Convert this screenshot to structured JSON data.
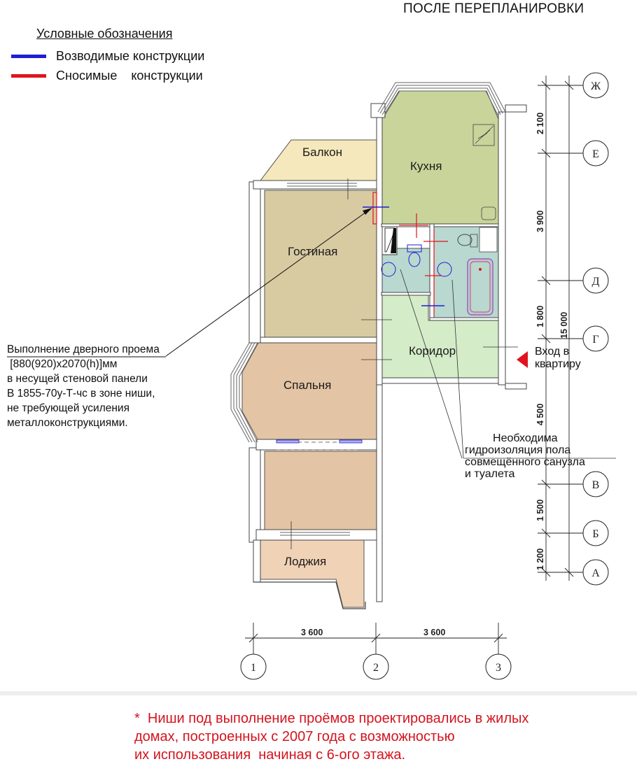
{
  "header": {
    "title": "ПОСЛЕ ПЕРЕПЛАНИРОВКИ"
  },
  "legend": {
    "title": "Условные обозначения",
    "items": [
      {
        "label": "Возводимые конструкции",
        "color": "#1e1ed2"
      },
      {
        "label": "Сносимые    конструкции",
        "color": "#e0141e"
      }
    ]
  },
  "rooms": {
    "balcony": {
      "label": "Балкон",
      "color": "#f5e8bc"
    },
    "kitchen": {
      "label": "Кухня",
      "color": "#c8d49a"
    },
    "living": {
      "label": "Гостиная",
      "color": "#d8cba2"
    },
    "bedroom": {
      "label": "Спальня",
      "color": "#e3c4a4"
    },
    "loggia": {
      "label": "Лоджия",
      "color": "#f0d2b6"
    },
    "corridor": {
      "label": "Коридор",
      "color": "#d4ecc8"
    },
    "bathroom": {
      "color": "#b8d8d0"
    },
    "second_bedroom": {
      "color": "#e3c4a4"
    }
  },
  "notes": {
    "doorway": {
      "lines": [
        "Выполнение дверного проема",
        " [880(920)х2070(h)]мм",
        "в несущей стеновой панели",
        "В 1855-70у-Т-чс в зоне ниши,",
        "не требующей усиления",
        "металлоконструкциями."
      ]
    },
    "waterproofing": {
      "lines": [
        "         Необходима",
        "гидроизоляция пола",
        "совмещённого санузла",
        "и туалета"
      ]
    },
    "entrance": {
      "lines": [
        "Вход в",
        "квартиру"
      ],
      "marker_color": "#e0141e"
    }
  },
  "axes": {
    "horizontal": [
      {
        "label": "Ж"
      },
      {
        "label": "Е"
      },
      {
        "label": "Д"
      },
      {
        "label": "Г"
      },
      {
        "label": "В"
      },
      {
        "label": "Б"
      },
      {
        "label": "А"
      }
    ],
    "vertical": [
      {
        "label": "1"
      },
      {
        "label": "2"
      },
      {
        "label": "3"
      }
    ]
  },
  "dimensions": {
    "vertical_segments": [
      "2 100",
      "3 900",
      "1 800",
      "4 500",
      "1 500",
      "1 200"
    ],
    "vertical_total": "15 000",
    "horizontal_segments": [
      "3 600",
      "3 600"
    ]
  },
  "footer": {
    "lines": [
      "*  Ниши под выполнение проёмов проектировались в жилых",
      "домах, построенных с 2007 года с возможностью",
      "их использования  начиная с 6-ого этажа."
    ],
    "color": "#d3141f"
  }
}
